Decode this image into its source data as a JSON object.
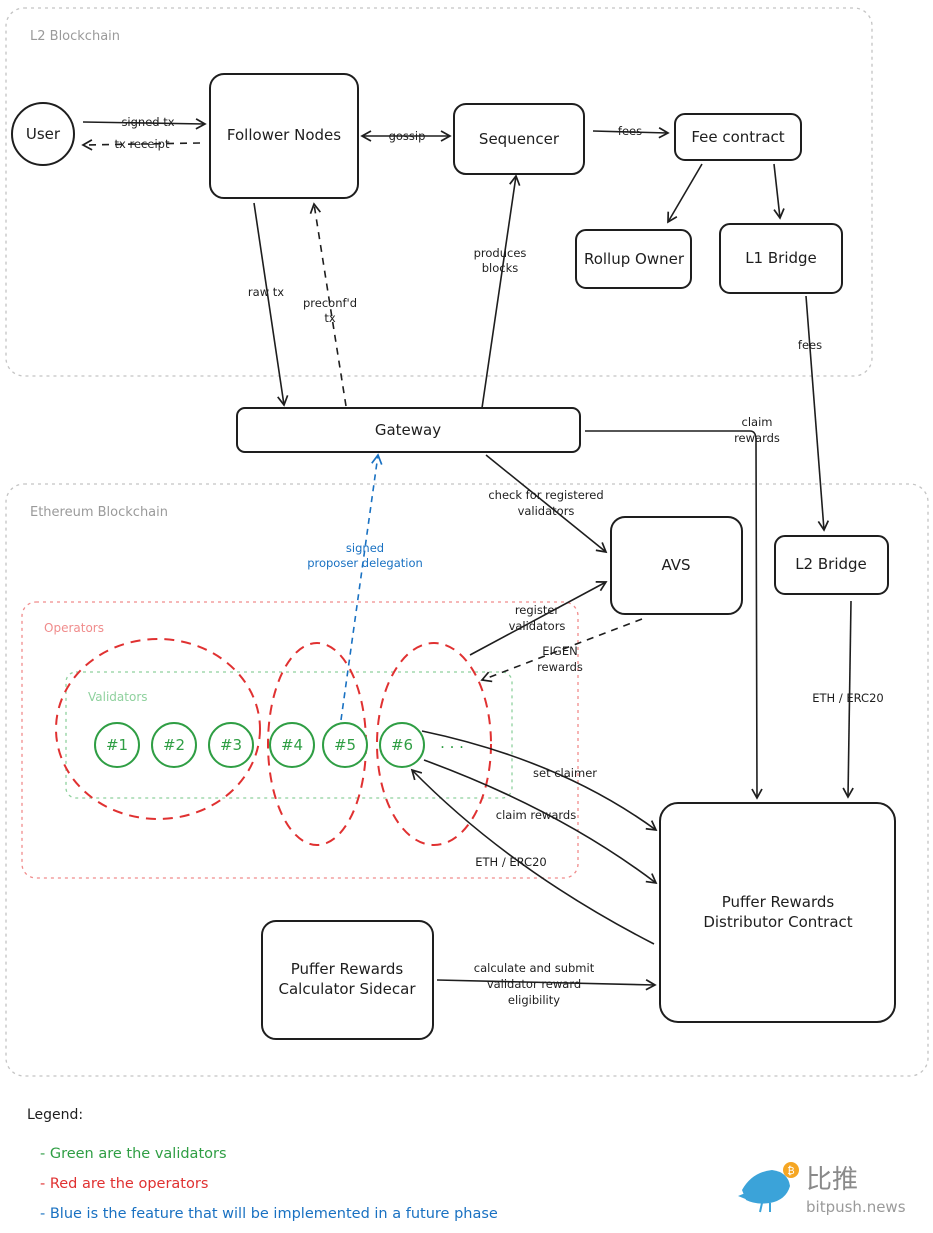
{
  "regions": {
    "l2": "L2 Blockchain",
    "ethereum": "Ethereum Blockchain",
    "operators": "Operators",
    "validators": "Validators"
  },
  "nodes": {
    "user": "User",
    "follower_nodes": "Follower Nodes",
    "sequencer": "Sequencer",
    "fee_contract": "Fee contract",
    "rollup_owner": "Rollup Owner",
    "l1_bridge": "L1 Bridge",
    "gateway": "Gateway",
    "avs": "AVS",
    "l2_bridge": "L2 Bridge",
    "distributor": [
      "Puffer Rewards",
      "Distributor Contract"
    ],
    "calculator": [
      "Puffer Rewards",
      "Calculator Sidecar"
    ]
  },
  "validators": [
    "#1",
    "#2",
    "#3",
    "#4",
    "#5",
    "#6"
  ],
  "validators_more": ". . .",
  "edges": {
    "signed_tx": "signed tx",
    "tx_receipt": "tx receipt",
    "gossip": "gossip",
    "fees_seq": "fees",
    "produces_blocks": [
      "produces",
      "blocks"
    ],
    "raw_tx": "raw tx",
    "preconfd_tx": [
      "preconf'd",
      "tx"
    ],
    "fees_bridge": "fees",
    "claim_rewards_gw": [
      "claim",
      "rewards"
    ],
    "check_registered": [
      "check for registered",
      "validators"
    ],
    "signed_delegation": [
      "signed",
      "proposer delegation"
    ],
    "register_validators": [
      "register",
      "validators"
    ],
    "eigen_rewards": [
      "EIGEN",
      "rewards"
    ],
    "eth_erc20_bridge": "ETH / ERC20",
    "set_claimer": "set claimer",
    "claim_rewards": "claim rewards",
    "eth_erc20_return": "ETH / ERC20",
    "calculate_submit": [
      "calculate and submit",
      "validator reward",
      "eligibility"
    ]
  },
  "legend": {
    "title": "Legend:",
    "items": [
      {
        "text": "- Green are the validators",
        "color": "#2f9e44"
      },
      {
        "text": "- Red are the operators",
        "color": "#e03131"
      },
      {
        "text": "- Blue is the feature that will be implemented in a future phase",
        "color": "#1971c2"
      }
    ]
  },
  "watermark": {
    "text": "比推",
    "url": "bitpush.news"
  },
  "colors": {
    "validators": "#2f9e44",
    "operators": "#e03131",
    "future": "#1971c2",
    "stroke": "#1e1e1e"
  }
}
